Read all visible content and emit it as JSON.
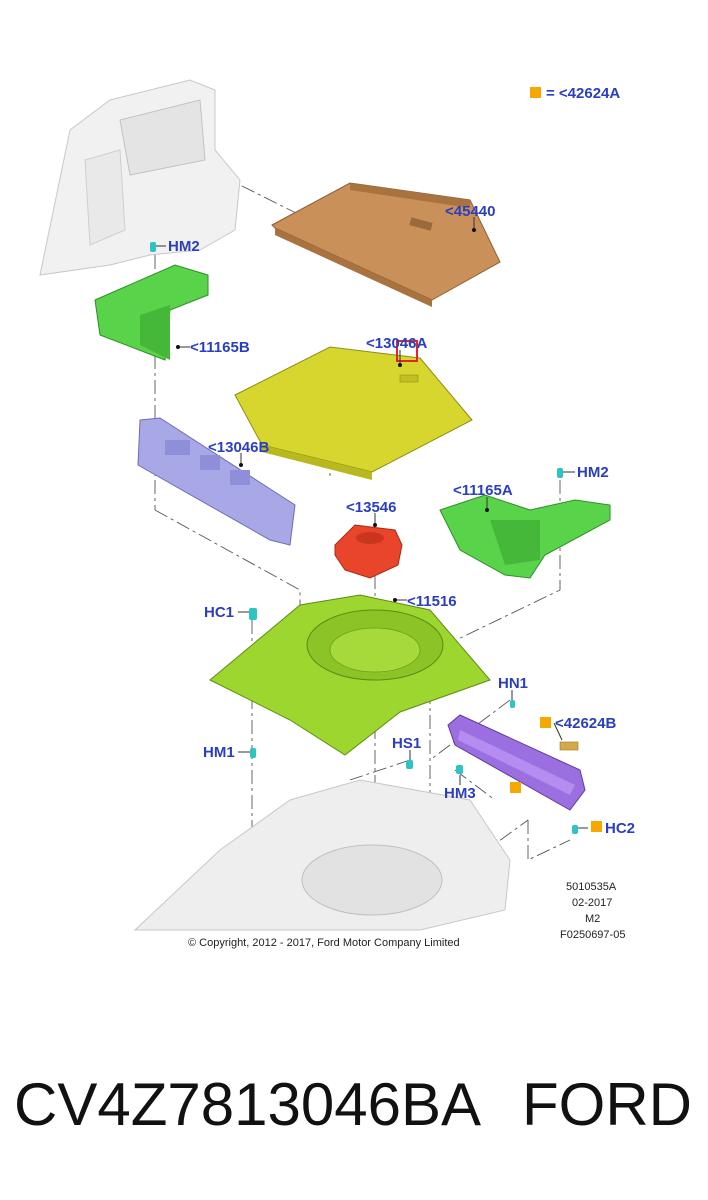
{
  "legend": {
    "marker_label": "= <42624A",
    "marker_color": "#f5a800"
  },
  "callouts": {
    "c45440": "<45440",
    "hm2_left": "HM2",
    "c11165b": "<11165B",
    "c13046a": "<13046A",
    "c13046b": "<13046B",
    "hm2_right": "HM2",
    "c11165a": "<11165A",
    "c13546": "<13546",
    "c11516": "<11516",
    "hc1": "HC1",
    "hn1": "HN1",
    "c42624b": "<42624B",
    "hm1": "HM1",
    "hs1": "HS1",
    "hm3": "HM3",
    "hc2": "HC2"
  },
  "reference": {
    "line1": "5010535A",
    "line2": "02-2017",
    "line3": "M2",
    "line4": "F0250697-05"
  },
  "copyright": "© Copyright, 2012 - 2017, Ford Motor Company Limited",
  "footer": {
    "part_number": "CV4Z7813046BA",
    "brand": "FORD"
  },
  "colors": {
    "callout_text": "#2a3fbf",
    "load_cover": "#c9905a",
    "floor_panel": "#d6d62e",
    "side_bin": "#59d44a",
    "rail": "#a9a8e6",
    "foam_block": "#e8452a",
    "tub": "#9dd62e",
    "sill": "#9b6fe0",
    "fastener": "#2ec4c4"
  }
}
